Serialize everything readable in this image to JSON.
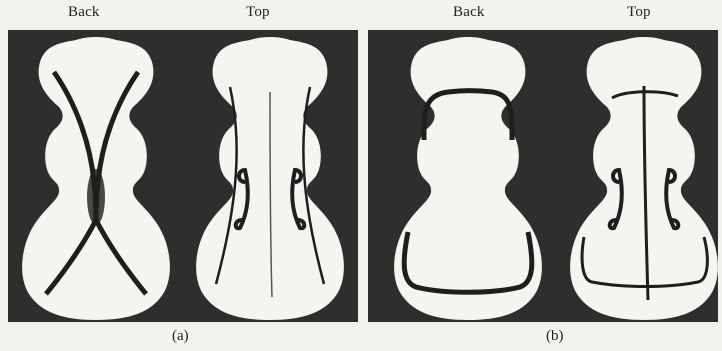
{
  "panels": [
    {
      "back_label": "Back",
      "top_label": "Top",
      "caption": "(a)"
    },
    {
      "back_label": "Back",
      "top_label": "Top",
      "caption": "(b)"
    }
  ],
  "colors": {
    "background": "#f3f2ef",
    "photo_background": "#2e2e2e",
    "plate": "#f4f4f0",
    "mode_line": "#1e1e1e"
  }
}
